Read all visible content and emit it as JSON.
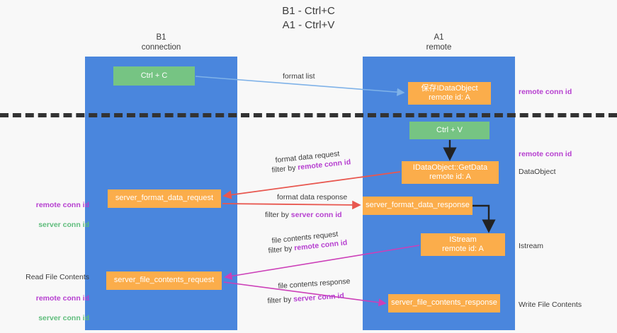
{
  "title": "B1 - Ctrl+C\nA1 - Ctrl+V",
  "lanes": {
    "left": {
      "header": "B1\nconnection"
    },
    "right": {
      "header": "A1\nremote"
    }
  },
  "nodes": {
    "ctrl_c": "Ctrl + C",
    "idataobject_store": "保存IDataObject\nremote id: A",
    "ctrl_v": "Ctrl + V",
    "getdata": "IDataObject::GetData\nremote id: A",
    "server_format_data_request": "server_format_data_request",
    "server_format_data_response": "server_format_data_response",
    "istream": "IStream\nremote id: A",
    "server_file_contents_request": "server_file_contents_request",
    "server_file_contents_response": "server_file_contents_response"
  },
  "side_labels": {
    "remote_conn_id_top": "remote conn id",
    "remote_conn_id_mid": "remote conn id",
    "dataobject": "DataObject",
    "istream": "Istream",
    "write_file_contents": "Write File Contents",
    "read_file_contents": "Read File Contents",
    "remote_conn_id_left": "remote conn id",
    "server_conn_id_left": "server conn id",
    "remote_conn_id_left2": "remote conn id",
    "server_conn_id_left2": "server conn id"
  },
  "edge_labels": {
    "format_list": "format list",
    "format_data_request": "format data request",
    "filter_by_remote_1_prefix": "filter by ",
    "filter_by_remote_1_value": "remote conn id",
    "format_data_response": "format data response",
    "filter_by_server_1_prefix": "filter by ",
    "filter_by_server_1_value": "server conn id",
    "file_contents_request": "file contents request",
    "filter_by_remote_2_prefix": "filter by ",
    "filter_by_remote_2_value": "remote conn id",
    "file_contents_response": "file contents response",
    "filter_by_server_2_prefix": "filter by ",
    "filter_by_server_2_value": "server conn id"
  },
  "colors": {
    "lane": "#4a86dd",
    "node_green": "#76c483",
    "node_orange": "#fbad4b",
    "purple": "#b63fd0",
    "green_text": "#5fbd7c",
    "arrow_blue": "#7fb2e8",
    "arrow_red": "#e8574f",
    "arrow_magenta": "#cc3fb8",
    "arrow_black": "#222222",
    "divider": "#333333",
    "background": "#f8f8f8"
  }
}
